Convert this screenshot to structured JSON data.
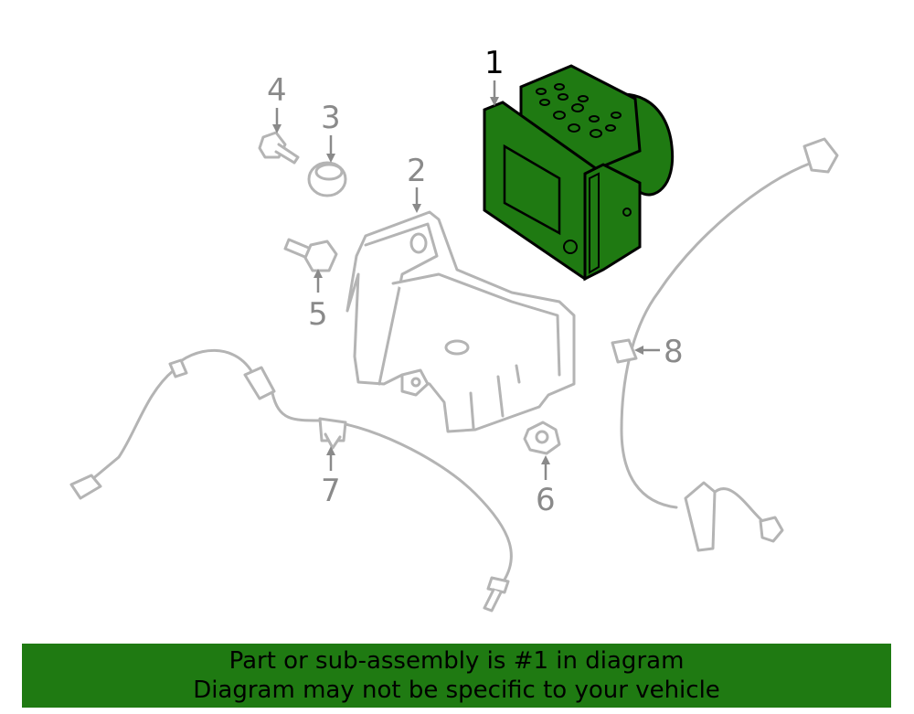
{
  "callouts": {
    "part1": "1",
    "part2": "2",
    "part3": "3",
    "part4": "4",
    "part5": "5",
    "part6": "6",
    "part7": "7",
    "part8": "8"
  },
  "banner": {
    "line1": "Part or sub-assembly is #1 in diagram",
    "line2": "Diagram may not be specific to your vehicle"
  },
  "colors": {
    "highlight": "#1f7a12",
    "outline": "#b4b4b4",
    "callout_text": "#8a8a8a"
  }
}
